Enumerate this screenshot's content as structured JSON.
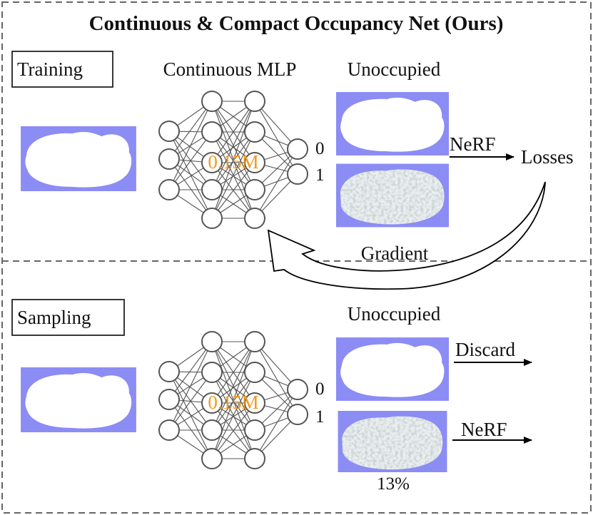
{
  "title": "Continuous & Compact Occupancy Net (Ours)",
  "training": {
    "box_label": "Training",
    "mlp_label": "Continuous MLP",
    "param_count": "0.15M",
    "unoccupied_label": "Unoccupied",
    "output_0": "0",
    "output_1": "1",
    "nerf_label": "NeRF",
    "losses_label": "Losses",
    "gradient_label": "Gradient"
  },
  "sampling": {
    "box_label": "Sampling",
    "param_count": "0.15M",
    "unoccupied_label": "Unoccupied",
    "output_0": "0",
    "output_1": "1",
    "discard_label": "Discard",
    "nerf_label": "NeRF",
    "percent_label": "13%"
  },
  "colors": {
    "image_background": "#8c8cf5",
    "param_count": "#f39a1b",
    "border": "#666666"
  },
  "icons": [
    "mlp-network-icon",
    "gradient-arrow-icon",
    "cloud-image-icon",
    "scene-image-icon"
  ]
}
